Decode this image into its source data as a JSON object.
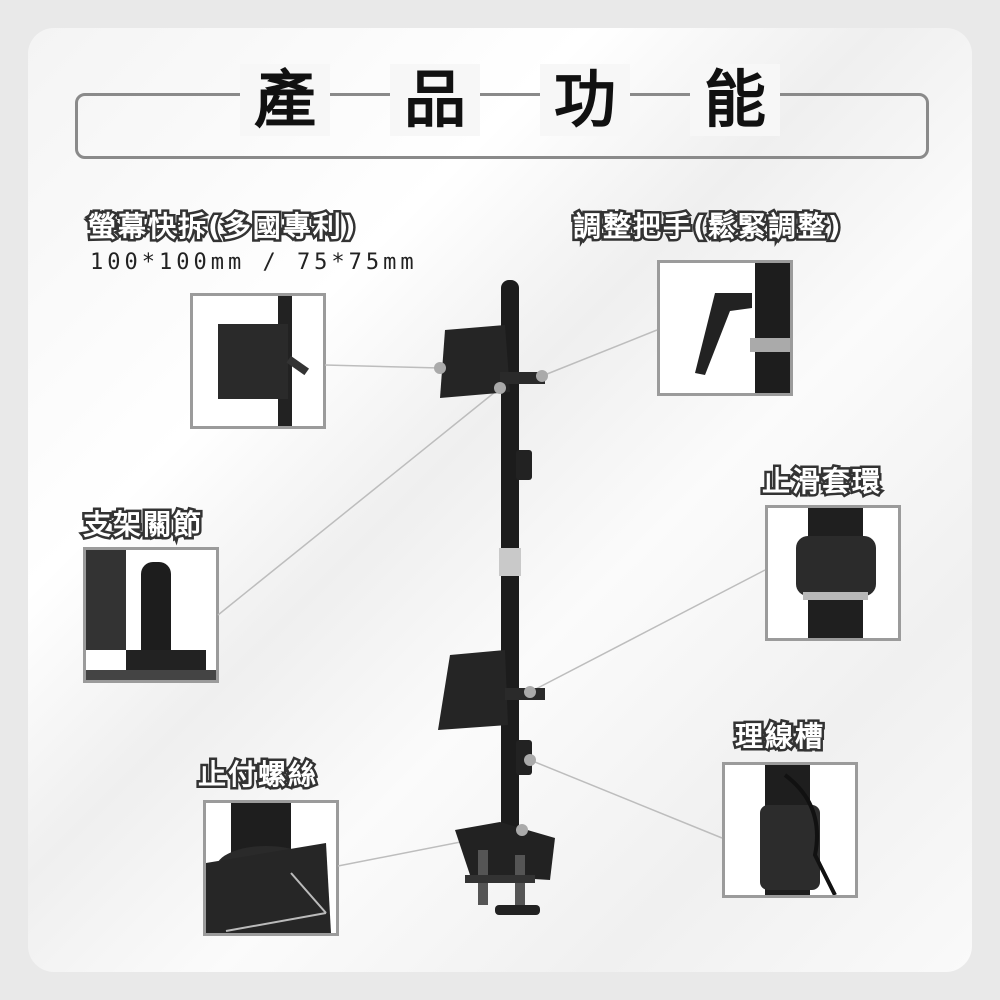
{
  "title": [
    "產",
    "品",
    "功",
    "能"
  ],
  "features": {
    "quick_release": "螢幕快拆(多國專利)",
    "vesa_spec": "100*100mm / 75*75mm",
    "handle": "調整把手(鬆緊調整)",
    "collar": "止滑套環",
    "joint": "支架關節",
    "cable": "理線槽",
    "screw": "止付螺絲"
  }
}
